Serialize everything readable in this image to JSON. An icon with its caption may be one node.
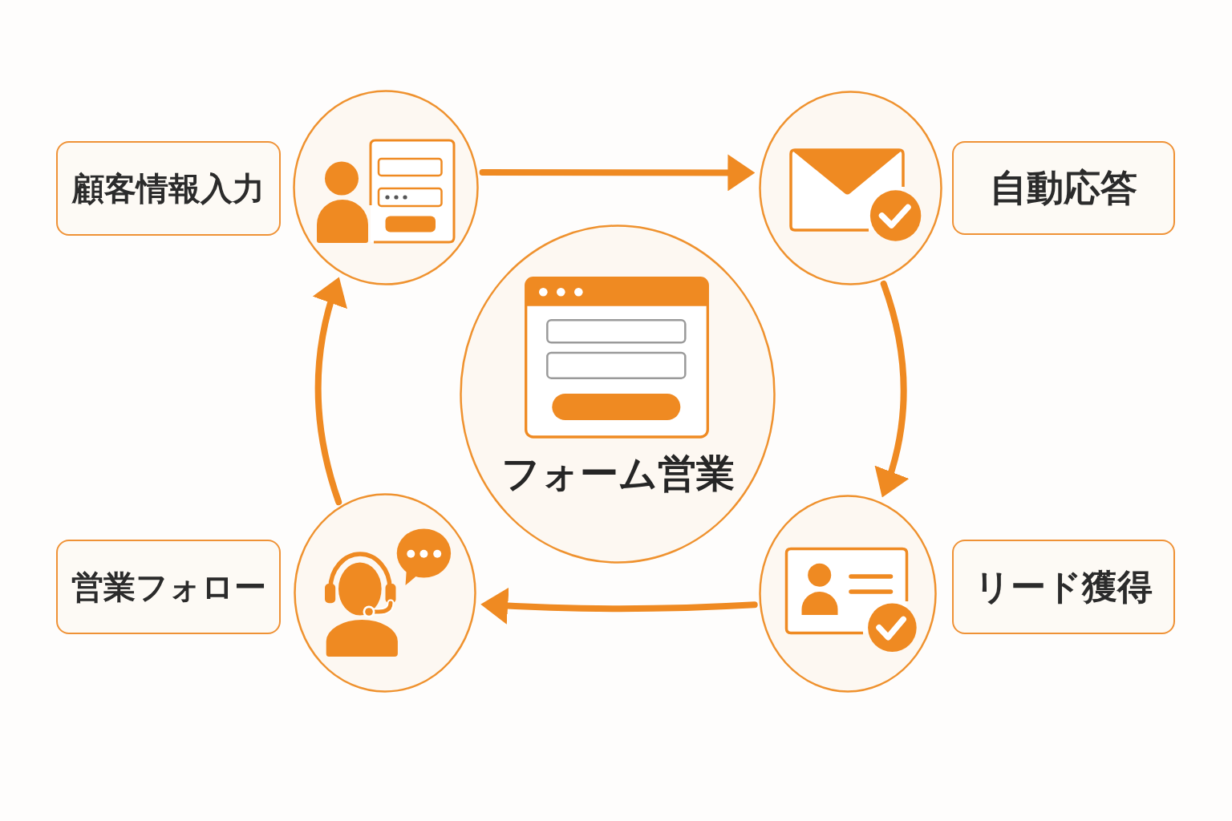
{
  "diagram": {
    "nodes": [
      {
        "text": [
          "顧客情報入力"
        ]
      },
      {
        "text": [],
        "shape": "circle"
      },
      {
        "text": [],
        "shape": "circle"
      },
      {
        "text": [
          "自動応答"
        ]
      },
      {
        "text": [
          "フォーム営業"
        ]
      },
      {
        "text": [
          "営業フォロー"
        ]
      },
      {
        "text": [],
        "shape": "circle"
      },
      {
        "text": [],
        "shape": "circle"
      },
      {
        "text": [
          "リード獲得"
        ]
      }
    ],
    "edges": [
      {
        "from": 1,
        "to": 2,
        "arrow": "to"
      },
      {
        "from": 2,
        "to": 7,
        "arrow": "to"
      },
      {
        "from": 7,
        "to": 6,
        "arrow": "to"
      },
      {
        "from": 6,
        "to": 1,
        "arrow": "to"
      }
    ]
  }
}
